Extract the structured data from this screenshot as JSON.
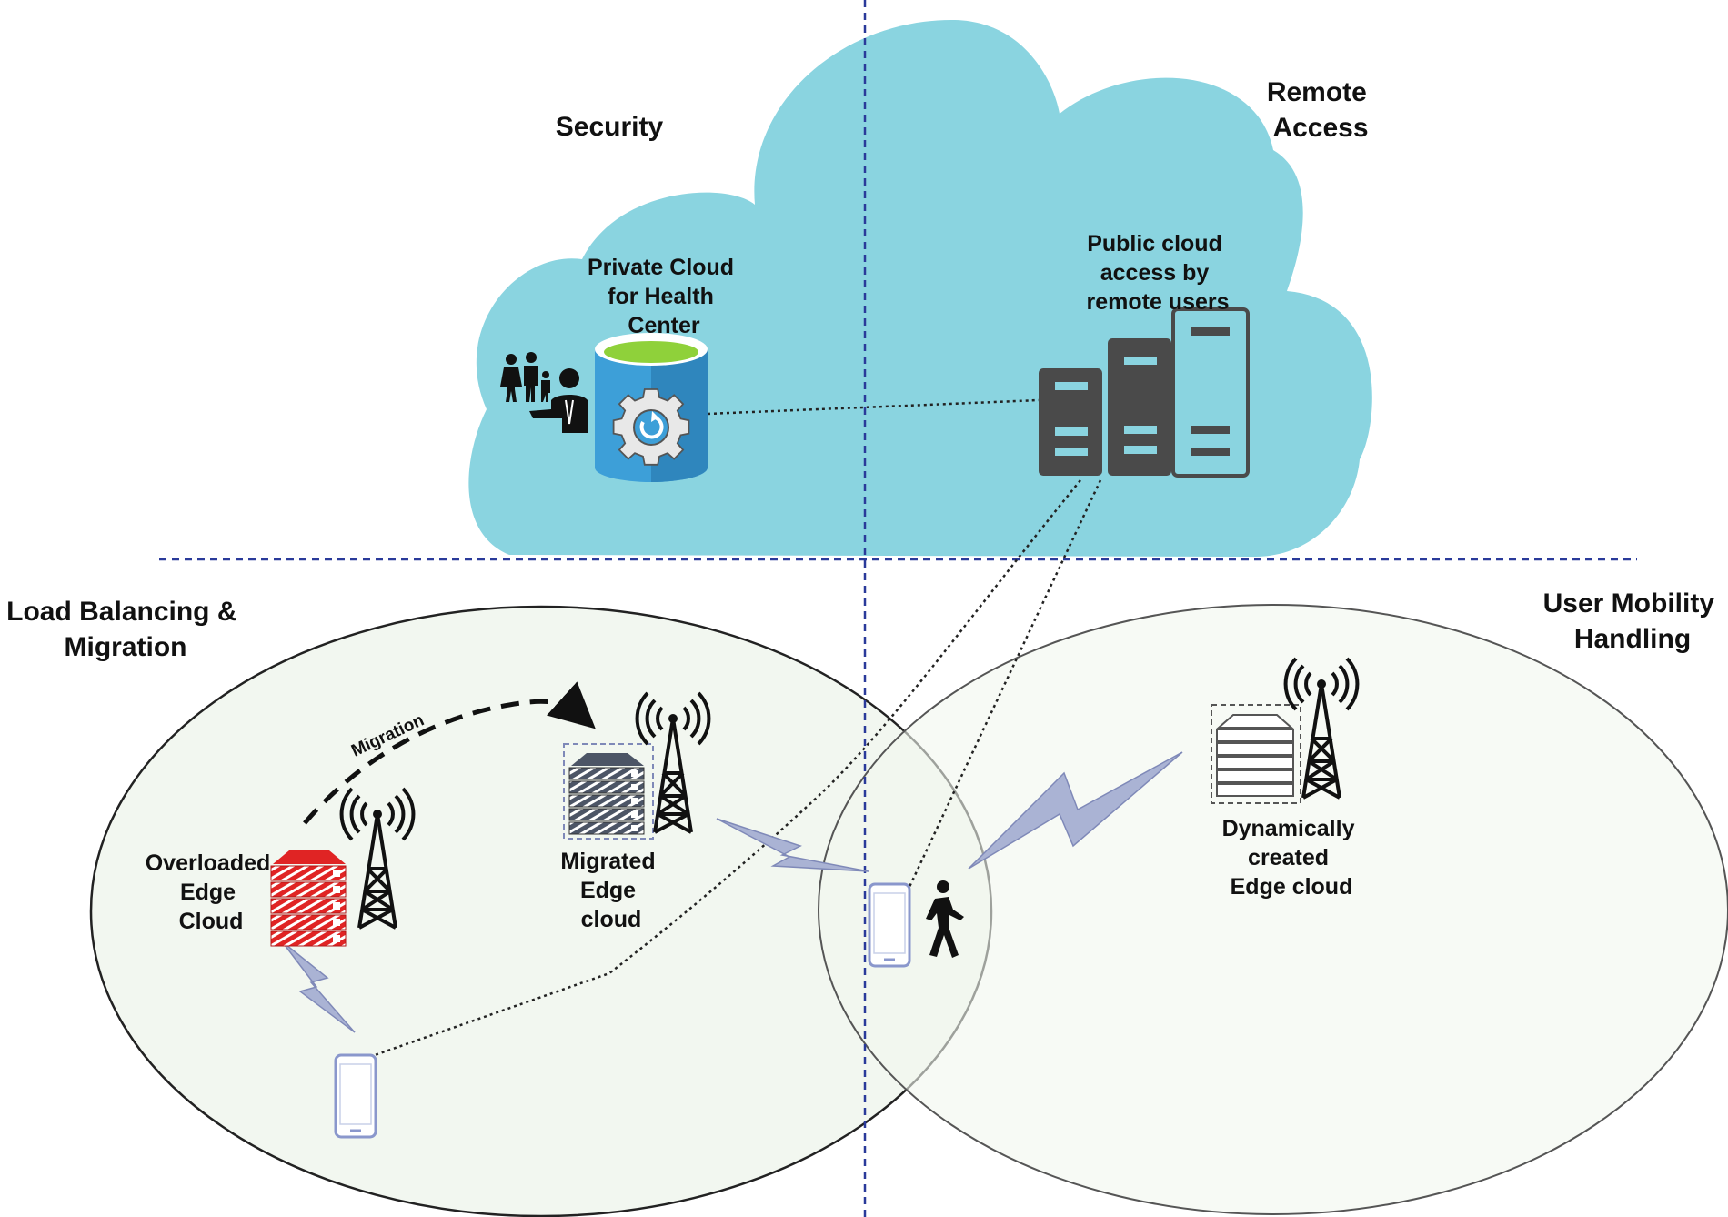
{
  "colors": {
    "cloud": "#8ad4e0",
    "region_fill": "#f1f6ee",
    "divider": "#2a3a9a",
    "server_dark": "#4a4a4a",
    "overloaded": "#e02424",
    "migrated": "#4c5566",
    "lightning": "#aab3d4",
    "db_body": "#3d9fd8",
    "db_top": "#8fd13a"
  },
  "sections": {
    "security": "Security",
    "remote_access": [
      "Remote",
      "Access"
    ],
    "load_balancing": [
      "Load Balancing &",
      "Migration"
    ],
    "user_mobility": [
      "User Mobility",
      "Handling"
    ]
  },
  "nodes": {
    "private_cloud": [
      "Private  Cloud",
      "for Health",
      "Center"
    ],
    "public_cloud": [
      "Public cloud",
      "access by",
      "remote users"
    ],
    "overloaded_edge": [
      "Overloaded",
      "Edge",
      "Cloud"
    ],
    "migrated_edge": [
      "Migrated",
      "Edge",
      "cloud"
    ],
    "dynamic_edge": [
      "Dynamically",
      "created",
      "Edge cloud"
    ]
  },
  "arrows": {
    "migration": "Migration"
  },
  "icons": [
    "family-icon",
    "doctor-icon",
    "database-gear-icon",
    "server-rack-icon",
    "cell-tower-icon",
    "smartphone-icon",
    "walking-person-icon",
    "lightning-icon"
  ]
}
